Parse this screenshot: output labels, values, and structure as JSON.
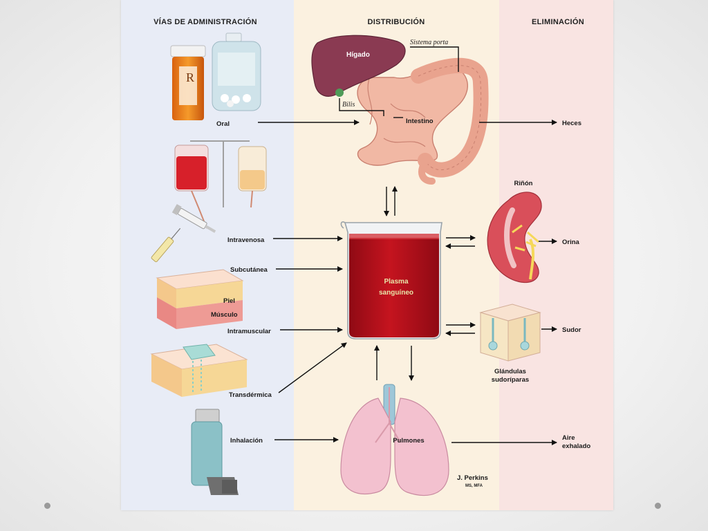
{
  "headers": {
    "administration": "VÍAS DE ADMINISTRACIÓN",
    "distribution": "DISTRIBUCIÓN",
    "elimination": "ELIMINACIÓN"
  },
  "routes": {
    "oral": "Oral",
    "intravenous": "Intravenosa",
    "subcutaneous": "Subcutánea",
    "intramuscular": "Intramuscular",
    "transdermal": "Transdérmica",
    "inhalation": "Inhalación"
  },
  "organs": {
    "liver": "Hígado",
    "portal_system": "Sistema porta",
    "bile": "Bilis",
    "intestine": "Intestino",
    "plasma_line1": "Plasma",
    "plasma_line2": "sanguíneo",
    "lungs": "Pulmones",
    "kidney": "Riñón",
    "sweat_glands_line1": "Glándulas",
    "sweat_glands_line2": "sudoríparas",
    "skin": "Piel",
    "muscle": "Músculo"
  },
  "outputs": {
    "feces": "Heces",
    "urine": "Orina",
    "sweat": "Sudor",
    "exhaled_line1": "Aire",
    "exhaled_line2": "exhalado"
  },
  "signature": {
    "name": "J. Perkins",
    "credentials": "MS, MFA"
  },
  "colors": {
    "admin_band": "#e8ecf6",
    "distribution_band": "#fbf1e0",
    "elimination_band": "#f9e4e2",
    "plasma": "#b8111e",
    "liver": "#8a3a52",
    "intestine": "#f1b8a4",
    "lungs": "#f3c1cf"
  },
  "icons": [
    "pill-bottle-icon",
    "medicine-jar-icon",
    "iv-bag-icon",
    "syringe-icon",
    "skin-section-icon",
    "patch-icon",
    "inhaler-icon"
  ]
}
